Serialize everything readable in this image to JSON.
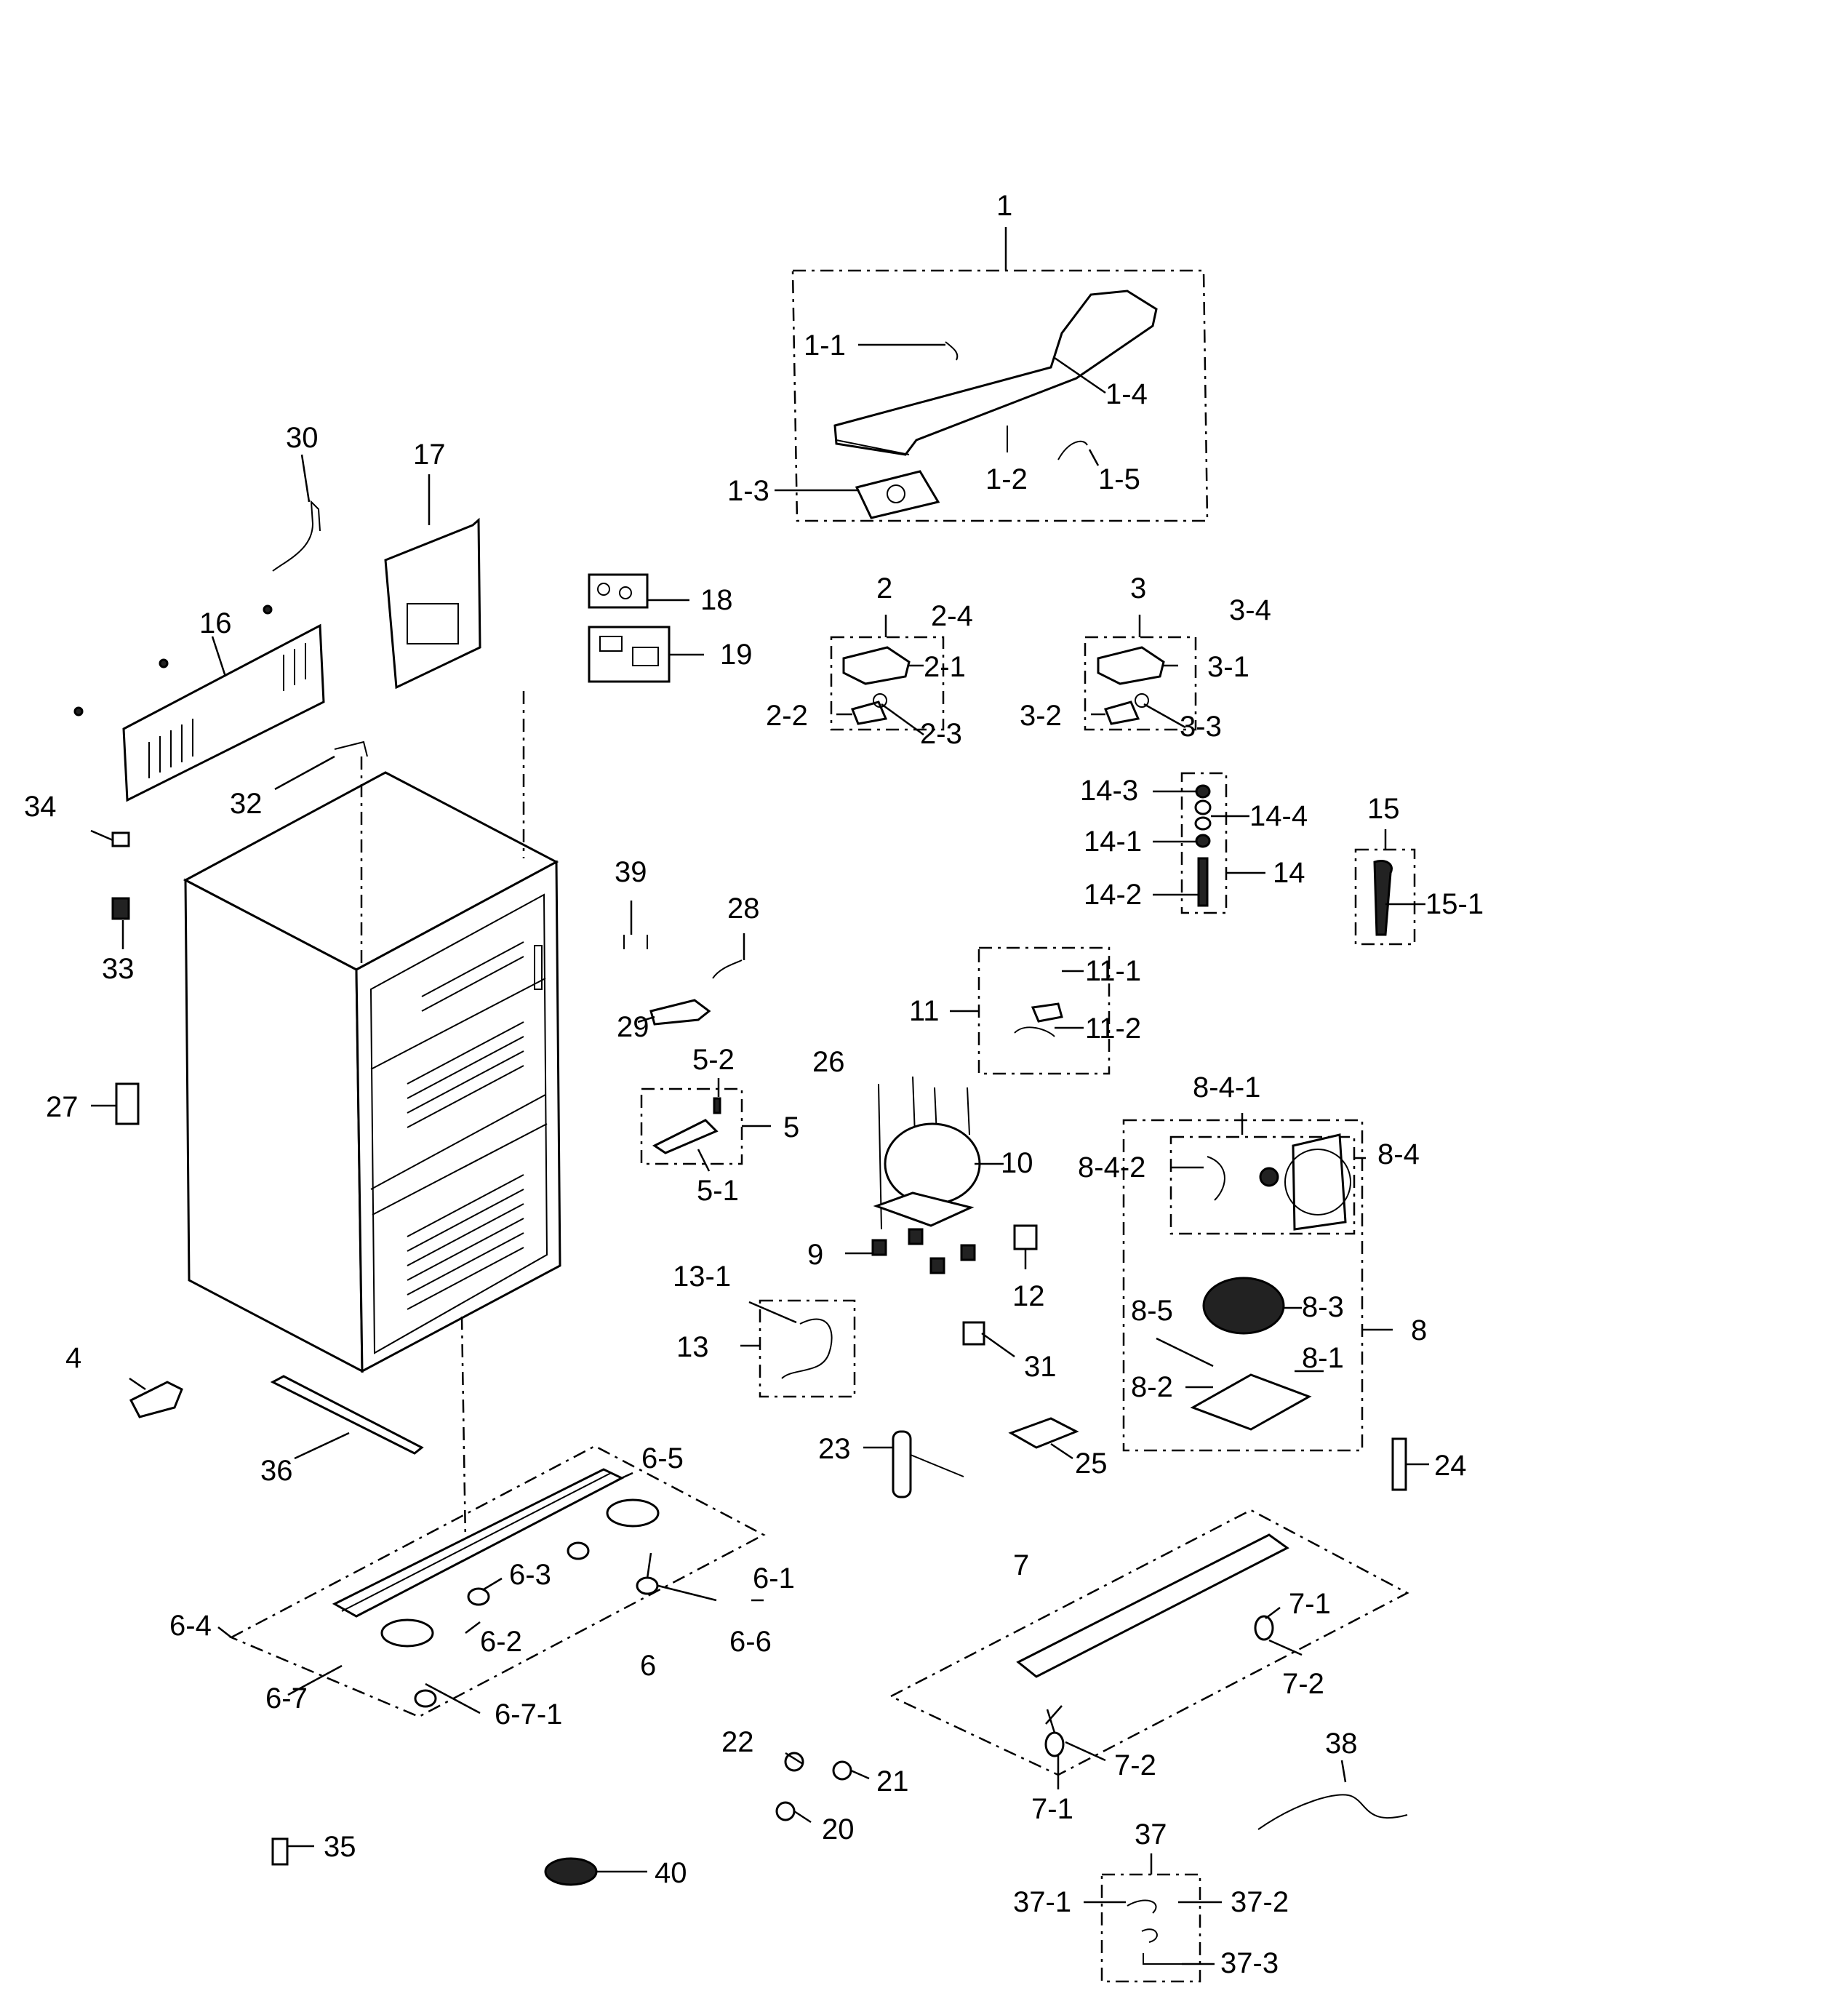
{
  "labels": {
    "l1": "1",
    "l1_1": "1-1",
    "l1_2": "1-2",
    "l1_3": "1-3",
    "l1_4": "1-4",
    "l1_5": "1-5",
    "l2": "2",
    "l2_1": "2-1",
    "l2_2": "2-2",
    "l2_3": "2-3",
    "l2_4": "2-4",
    "l3": "3",
    "l3_1": "3-1",
    "l3_2": "3-2",
    "l3_3": "3-3",
    "l3_4": "3-4",
    "l4": "4",
    "l5": "5",
    "l5_1": "5-1",
    "l5_2": "5-2",
    "l6": "6",
    "l6_1": "6-1",
    "l6_2": "6-2",
    "l6_3": "6-3",
    "l6_4": "6-4",
    "l6_5": "6-5",
    "l6_6": "6-6",
    "l6_7": "6-7",
    "l6_7_1": "6-7-1",
    "l7": "7",
    "l7_1a": "7-1",
    "l7_1b": "7-1",
    "l7_2a": "7-2",
    "l7_2b": "7-2",
    "l8": "8",
    "l8_1": "8-1",
    "l8_2": "8-2",
    "l8_3": "8-3",
    "l8_4": "8-4",
    "l8_4_1": "8-4-1",
    "l8_4_2": "8-4-2",
    "l8_5": "8-5",
    "l9": "9",
    "l10": "10",
    "l11": "11",
    "l11_1": "11-1",
    "l11_2": "11-2",
    "l12": "12",
    "l13": "13",
    "l13_1": "13-1",
    "l14": "14",
    "l14_1": "14-1",
    "l14_2": "14-2",
    "l14_3": "14-3",
    "l14_4": "14-4",
    "l15": "15",
    "l15_1": "15-1",
    "l16": "16",
    "l17": "17",
    "l18": "18",
    "l19": "19",
    "l20": "20",
    "l21": "21",
    "l22": "22",
    "l23": "23",
    "l24": "24",
    "l25": "25",
    "l26": "26",
    "l27": "27",
    "l28": "28",
    "l29": "29",
    "l30": "30",
    "l31": "31",
    "l32": "32",
    "l33": "33",
    "l34": "34",
    "l35": "35",
    "l36": "36",
    "l37": "37",
    "l37_1": "37-1",
    "l37_2": "37-2",
    "l37_3": "37-3",
    "l38": "38",
    "l39": "39",
    "l40": "40"
  }
}
